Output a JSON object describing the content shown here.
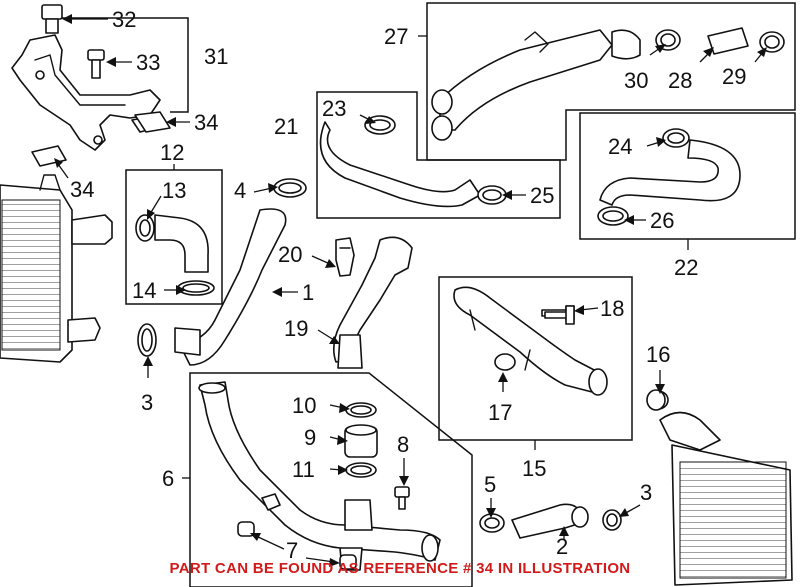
{
  "diagram": {
    "callouts": {
      "c1": "1",
      "c2": "2",
      "c3a": "3",
      "c3b": "3",
      "c4": "4",
      "c5": "5",
      "c6": "6",
      "c7": "7",
      "c8": "8",
      "c9": "9",
      "c10": "10",
      "c11": "11",
      "c12": "12",
      "c13": "13",
      "c14": "14",
      "c15": "15",
      "c16": "16",
      "c17": "17",
      "c18": "18",
      "c19": "19",
      "c20": "20",
      "c21": "21",
      "c22": "22",
      "c23": "23",
      "c24": "24",
      "c25": "25",
      "c26": "26",
      "c27": "27",
      "c28": "28",
      "c29": "29",
      "c30": "30",
      "c31": "31",
      "c32": "32",
      "c33": "33",
      "c34a": "34",
      "c34b": "34"
    }
  },
  "notice": {
    "text": "PART CAN BE FOUND AS REFERENCE # 34 IN ILLUSTRATION",
    "color": "#d21a1a"
  }
}
